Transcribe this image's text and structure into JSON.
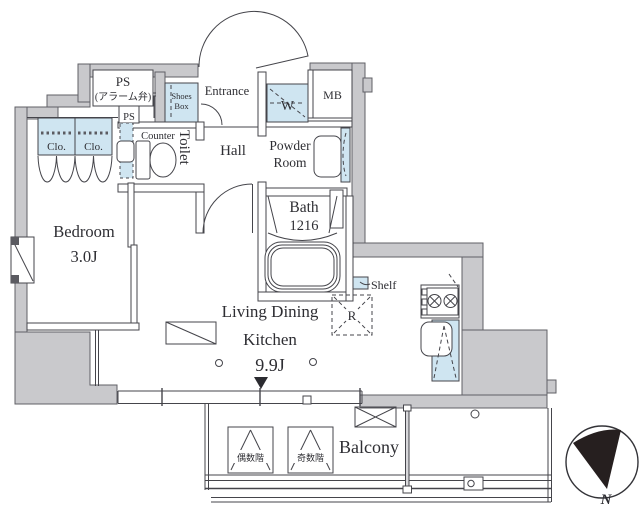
{
  "colors": {
    "wall_fill": "#c9c9cc",
    "wall_stroke": "#606066",
    "fixture_blue": "#cfe5f1",
    "line": "#45454b",
    "text": "#2e2e33",
    "compass_fill": "#261f1f"
  },
  "rooms": {
    "entrance": "Entrance",
    "hall": "Hall",
    "toilet": "Toilet",
    "powder_room_line1": "Powder",
    "powder_room_line2": "Room",
    "bath": "Bath",
    "bath_size": "1216",
    "bedroom": "Bedroom",
    "bedroom_size": "3.0J",
    "ldk_line1": "Living Dining",
    "ldk_line2": "Kitchen",
    "ldk_size": "9.9J",
    "balcony": "Balcony"
  },
  "fixtures": {
    "ps_alarm_line1": "PS",
    "ps_alarm_line2": "(アラーム弁)",
    "ps_small": "PS",
    "shoes_box_line1": "Shoes",
    "shoes_box_line2": "Box",
    "mb": "MB",
    "washer": "W",
    "counter": "Counter",
    "closet_left": "Clo.",
    "closet_right": "Clo.",
    "shelf": "Shelf",
    "refrigerator": "R",
    "hatch_even": "偶数階",
    "hatch_odd": "奇数階"
  },
  "compass": {
    "north": "N"
  }
}
